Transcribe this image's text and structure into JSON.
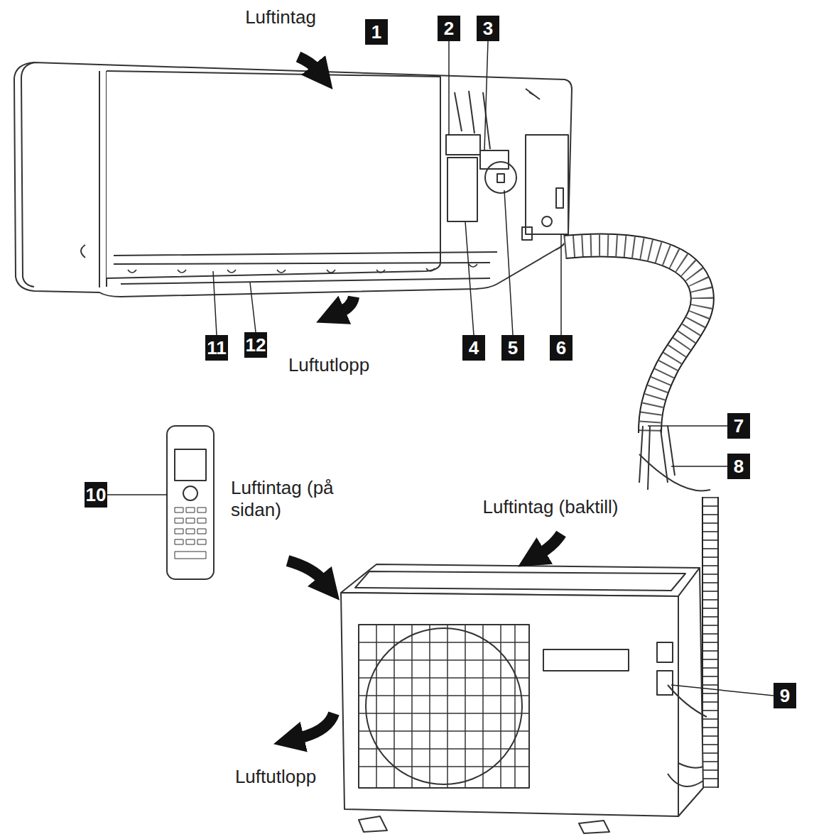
{
  "diagram": {
    "labels": [
      "Luftintag",
      "1",
      "2",
      "3",
      "11",
      "12",
      "4",
      "5",
      "6",
      "Luftutlopp",
      "7",
      "8",
      "10",
      "Luftintag (på sidan)",
      "Luftintag (baktill)",
      "9",
      "Luftutlopp"
    ]
  }
}
